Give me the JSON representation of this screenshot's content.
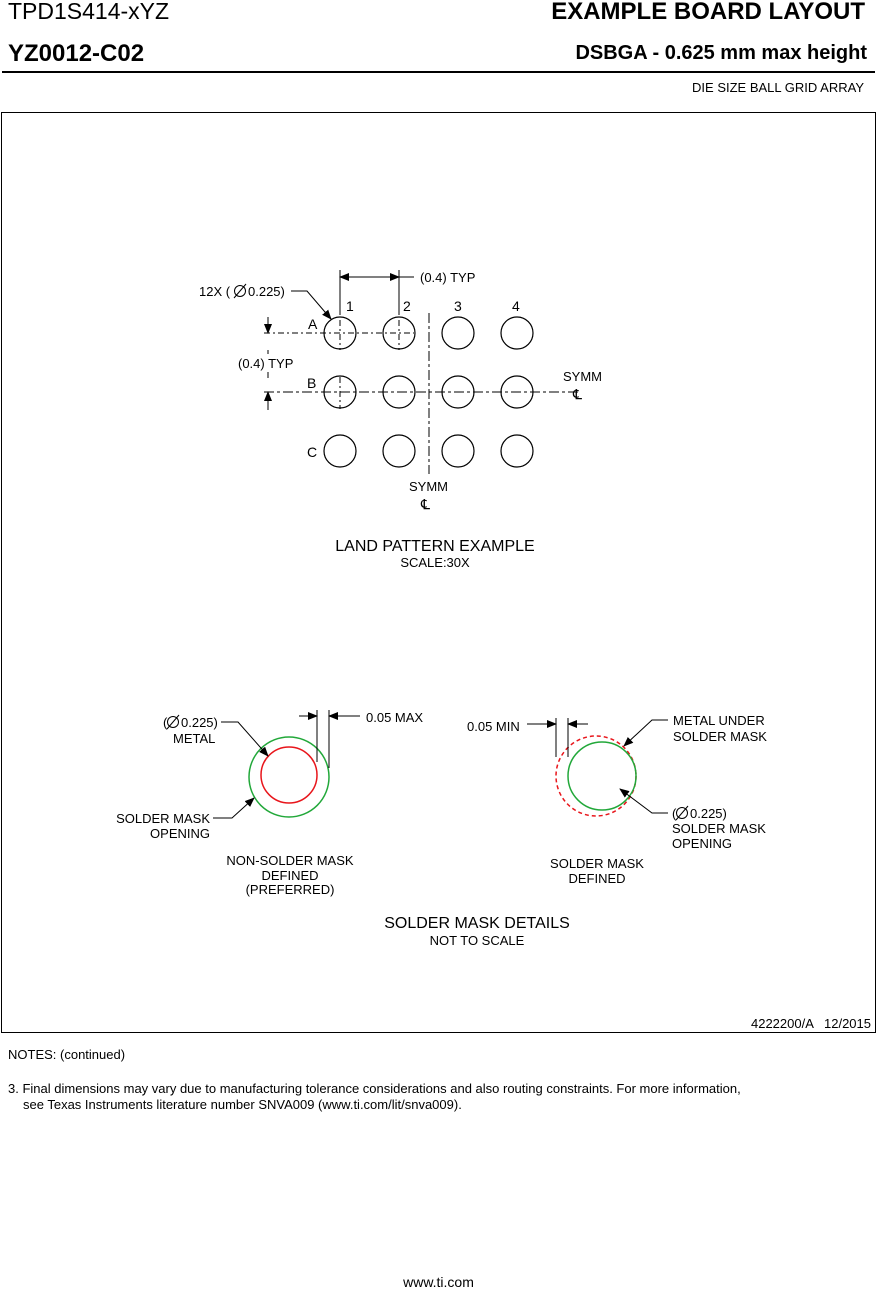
{
  "header": {
    "part_number": "TPD1S414-xYZ",
    "package_code": "YZ0012-C02",
    "title": "EXAMPLE BOARD LAYOUT",
    "subtitle": "DSBGA - 0.625 mm max height",
    "description": "DIE SIZE BALL GRID ARRAY"
  },
  "land_pattern": {
    "callout_pad": "12X (",
    "callout_pad_dia": "0.225)",
    "pitch_x": "(0.4) TYP",
    "pitch_y": "(0.4) TYP",
    "columns": [
      "1",
      "2",
      "3",
      "4"
    ],
    "rows": [
      "A",
      "B",
      "C"
    ],
    "symm": "SYMM",
    "centerline": "℄",
    "title": "LAND PATTERN EXAMPLE",
    "scale": "SCALE:30X"
  },
  "solder_mask": {
    "nsmd": {
      "metal_dia": "0.225)",
      "metal_paren": "(",
      "metal_label": "METAL",
      "gap": "0.05 MAX",
      "opening_line1": "SOLDER MASK",
      "opening_line2": "OPENING",
      "name_line1": "NON-SOLDER MASK",
      "name_line2": "DEFINED",
      "name_line3": "(PREFERRED)"
    },
    "smd": {
      "gap": "0.05 MIN",
      "metal_line1": "METAL UNDER",
      "metal_line2": "SOLDER MASK",
      "opening_paren": "(",
      "opening_dia": "0.225)",
      "opening_line1": "SOLDER MASK",
      "opening_line2": "OPENING",
      "name_line1": "SOLDER MASK",
      "name_line2": "DEFINED"
    },
    "title": "SOLDER MASK DETAILS",
    "scale": "NOT TO SCALE"
  },
  "doc_id": "4222200/A   12/2015",
  "notes": {
    "heading": "NOTES: (continued)",
    "note3_line1": "3. Final dimensions may vary due to manufacturing tolerance considerations and also routing constraints. For more information,",
    "note3_line2": "see Texas Instruments literature number SNVA009 (www.ti.com/lit/snva009)."
  },
  "footer": "www.ti.com",
  "colors": {
    "metal": "#e8151b",
    "solder_mask": "#22a83a",
    "ink": "#000000"
  }
}
